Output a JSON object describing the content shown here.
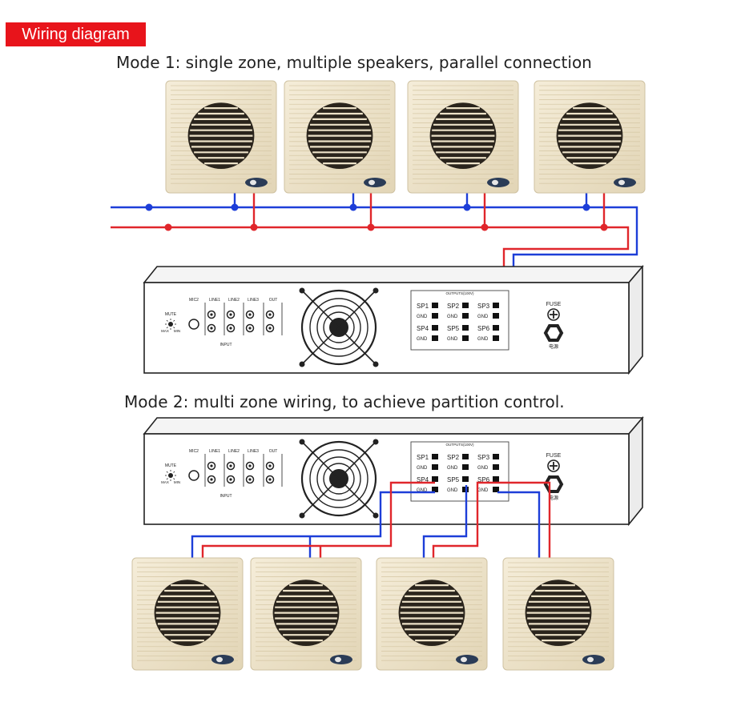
{
  "badge": "Wiring diagram",
  "mode1_title": "Mode 1: single zone, multiple speakers, parallel connection",
  "mode2_title": "Mode 2: multi zone wiring, to achieve partition control.",
  "amplifier": {
    "outputs_header": "OUTPUTS(100V)",
    "fuse_label": "FUSE",
    "power_label": "电源",
    "mute_label": "MUTE",
    "max_label": "MAX",
    "min_label": "MIN",
    "input_label": "INPUT",
    "input_groups": [
      "MIC2",
      "LINE1",
      "LINE2",
      "LINE3",
      "OUT"
    ],
    "outputs": [
      {
        "sp": "SP1",
        "gnd": "GND"
      },
      {
        "sp": "SP2",
        "gnd": "GND"
      },
      {
        "sp": "SP3",
        "gnd": "GND"
      },
      {
        "sp": "SP4",
        "gnd": "GND"
      },
      {
        "sp": "SP5",
        "gnd": "GND"
      },
      {
        "sp": "SP6",
        "gnd": "GND"
      }
    ]
  },
  "colors": {
    "badge": "#e8141b",
    "wire_red": "#e0262b",
    "wire_blue": "#1d3ed8",
    "speaker_body": "#ede2c8"
  },
  "icons": [
    "speaker-icon",
    "fan-grille-icon",
    "fuse-icon",
    "power-button-icon",
    "volume-knob-icon",
    "rca-jack-icon"
  ]
}
